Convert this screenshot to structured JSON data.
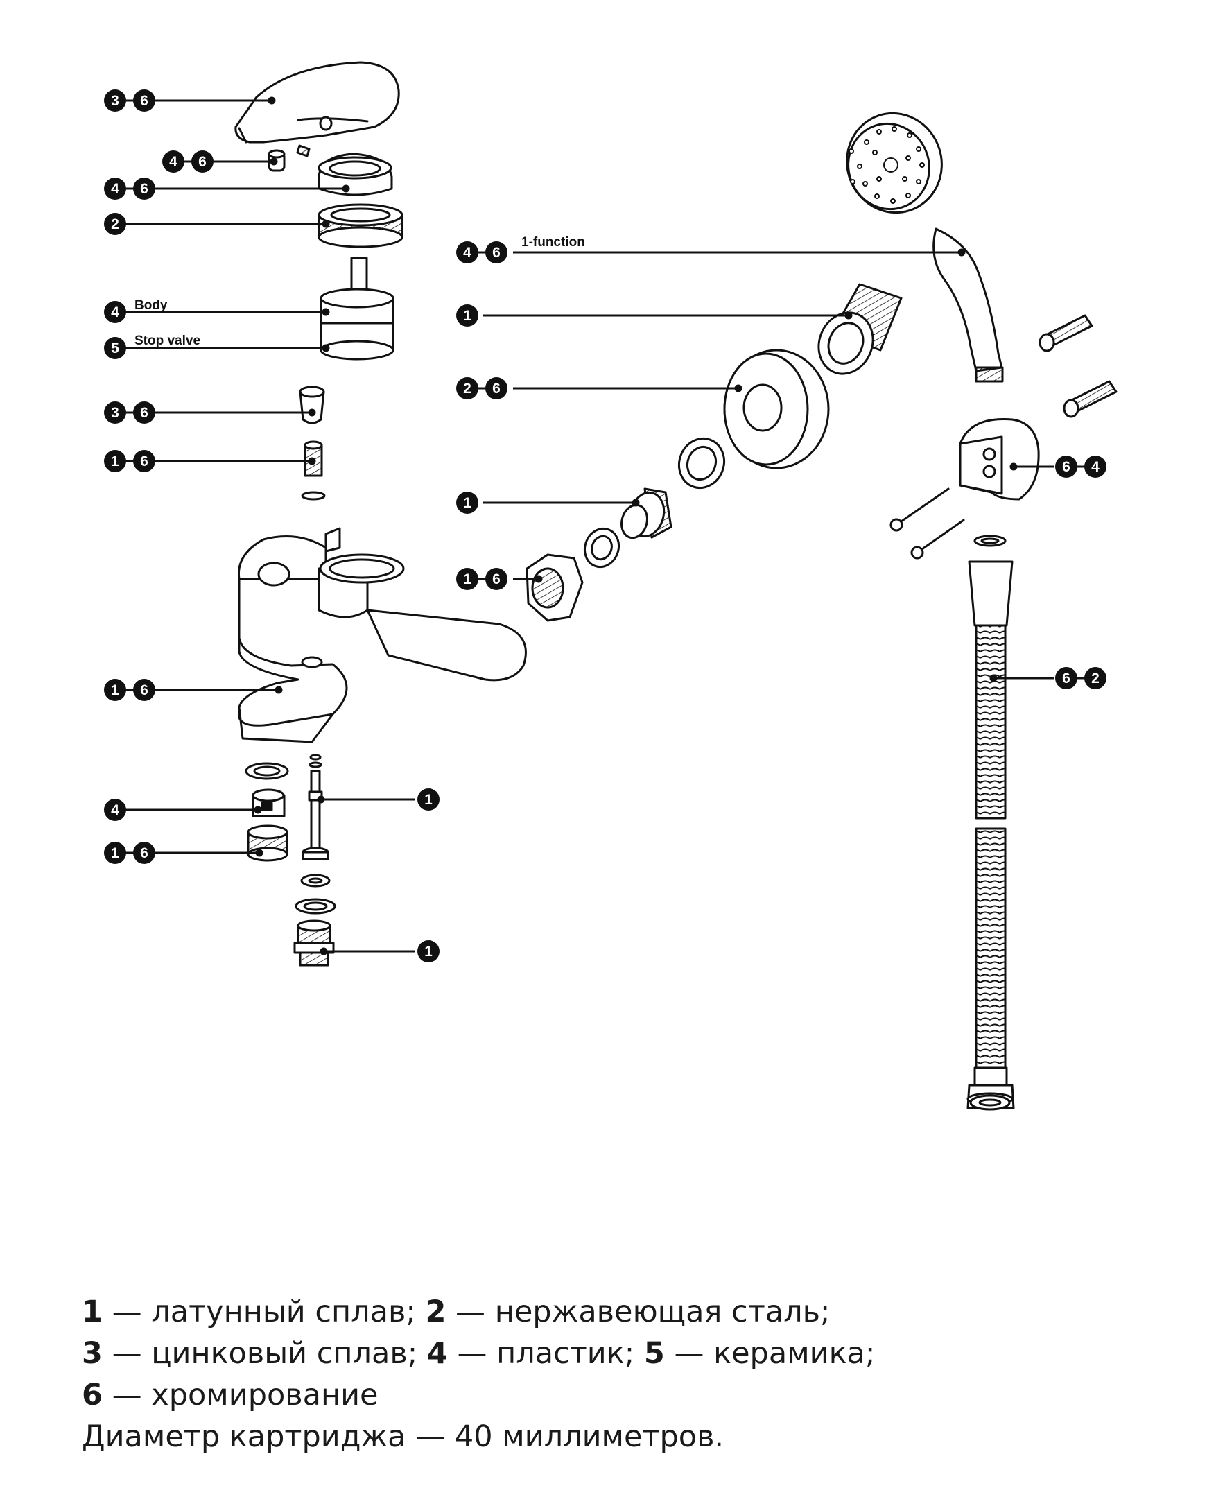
{
  "labels": {
    "body": "Body",
    "stop_valve": "Stop valve",
    "one_function": "1-function"
  },
  "callouts": [
    {
      "id": "lever-handle",
      "badges": [
        "3",
        "6"
      ]
    },
    {
      "id": "set-screw",
      "badges": [
        "4",
        "6"
      ]
    },
    {
      "id": "dome-cover",
      "badges": [
        "4",
        "6"
      ]
    },
    {
      "id": "retaining-nut",
      "badges": [
        "2"
      ]
    },
    {
      "id": "cartridge-body",
      "badges": [
        "4"
      ]
    },
    {
      "id": "cartridge-stop-valve",
      "badges": [
        "5"
      ]
    },
    {
      "id": "knob-cap",
      "badges": [
        "3",
        "6"
      ]
    },
    {
      "id": "small-nipple",
      "badges": [
        "1",
        "6"
      ]
    },
    {
      "id": "mixer-body",
      "badges": [
        "1",
        "6"
      ]
    },
    {
      "id": "aerator-insert",
      "badges": [
        "4"
      ]
    },
    {
      "id": "aerator-housing",
      "badges": [
        "1",
        "6"
      ]
    },
    {
      "id": "diverter-stem",
      "badges": [
        "1"
      ]
    },
    {
      "id": "bottom-nipple",
      "badges": [
        "1"
      ]
    },
    {
      "id": "shower-head",
      "badges": [
        "4",
        "6"
      ]
    },
    {
      "id": "eccentric-fitting",
      "badges": [
        "1"
      ]
    },
    {
      "id": "wall-flange",
      "badges": [
        "2",
        "6"
      ]
    },
    {
      "id": "inlet-connector",
      "badges": [
        "1"
      ]
    },
    {
      "id": "union-nut",
      "badges": [
        "1",
        "6"
      ]
    },
    {
      "id": "shower-holder",
      "badges": [
        "6",
        "4"
      ]
    },
    {
      "id": "shower-hose",
      "badges": [
        "6",
        "2"
      ]
    }
  ],
  "legend": {
    "line1": [
      {
        "num": "1",
        "text": " — латунный сплав; "
      },
      {
        "num": "2",
        "text": " — нержавеющая сталь;"
      }
    ],
    "line2": [
      {
        "num": "3",
        "text": " — цинковый сплав; "
      },
      {
        "num": "4",
        "text": " — пластик; "
      },
      {
        "num": "5",
        "text": " — керамика;"
      }
    ],
    "line3": [
      {
        "num": "6",
        "text": " — хромирование"
      }
    ],
    "line4": "Диаметр картриджа — 40 миллиметров."
  },
  "colors": {
    "ink": "#111111",
    "badge_fill": "#111111",
    "badge_text": "#ffffff",
    "part_fill": "#ffffff",
    "part_shade": "#e6e6e6"
  }
}
